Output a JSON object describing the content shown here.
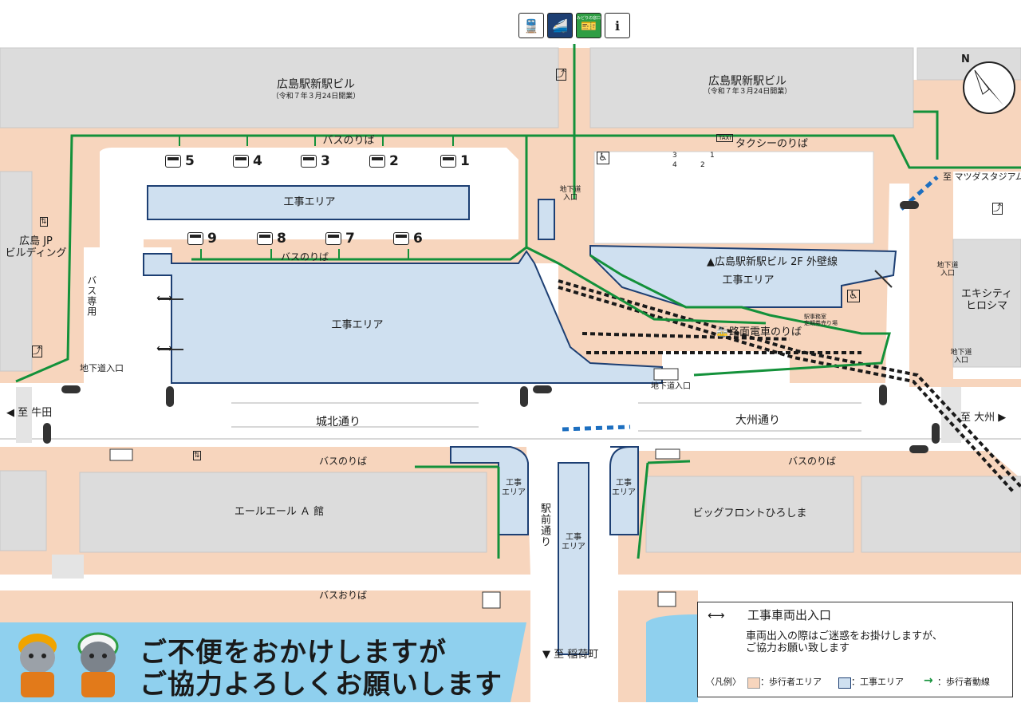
{
  "top_icons": {
    "train": "train-icon",
    "shinkansen": "shinkansen-icon",
    "ticket_office": "ticket-office-icon",
    "ticket_office_label": "みどりの窓口",
    "info": "information-desk-icon"
  },
  "buildings": {
    "new_station_left": "広島駅新駅ビル",
    "new_station_left_note": "（令和７年３月24日開業）",
    "new_station_right": "広島駅新駅ビル",
    "new_station_right_note": "（令和７年３月24日開業）",
    "jp_building": "広島 JP\nビルディング",
    "ekicity": "エキシティ\nヒロシマ",
    "ale_ale": "エールエール Ａ 館",
    "big_front": "ビッグフロントひろしま"
  },
  "bus": {
    "stop_label_top": "バスのりば",
    "stop_label_mid": "バスのりば",
    "bays_top": [
      "5",
      "4",
      "3",
      "2",
      "1"
    ],
    "bays_bottom": [
      "9",
      "8",
      "7",
      "6"
    ],
    "stop_left_lower": "バスのりば",
    "stop_right_lower": "バスのりば",
    "dropoff": "バスおりば",
    "lane": "バス専用"
  },
  "taxi": {
    "label": "タクシーのりば",
    "badge": "TAXI",
    "stand_numbers": [
      "3",
      "1",
      "4",
      "2"
    ]
  },
  "areas": {
    "construction": "工事エリア",
    "construction_split": "工事\nエリア"
  },
  "station_labels": {
    "underground_entrance": "地下道入口",
    "underground_entrance_split": "地下道\n入口",
    "exterior_wall": "▲広島駅新駅ビル 2F 外壁線",
    "tram_platform": "路面電車のりば",
    "tram_office": "駅事務室\n定期券売り場"
  },
  "roads": {
    "johoku": "城北通り",
    "daishu": "大州通り",
    "ekimae": "駅前通り"
  },
  "directions": {
    "ushita": "◀ 至 牛田",
    "oozu": "至 大州 ▶",
    "inarimachi": "▼ 至 稲荷町",
    "mazda_stadium": "至 マツダスタジアム ▶"
  },
  "compass_label": "N",
  "message": {
    "line1": "ご不便をおかけしますが",
    "line2": "ご協力よろしくお願いします"
  },
  "legend": {
    "vehicle_entrance": "工事車両出入口",
    "note": "車両出入の際はご迷惑をお掛けしますが、\nご協力お願い致します",
    "prefix": "〈凡例〉",
    "pedestrian_area": "：歩行者エリア",
    "construction_area": "：工事エリア",
    "pedestrian_route": "：歩行者動線"
  },
  "colors": {
    "pedestrian": "#f7d5bd",
    "construction": "#cfe0f0",
    "construction_border": "#1d3f73",
    "route": "#13913a",
    "building": "#dcdcdc",
    "banner": "#8fd0ee",
    "tram_dash": "#1d6fc0"
  }
}
